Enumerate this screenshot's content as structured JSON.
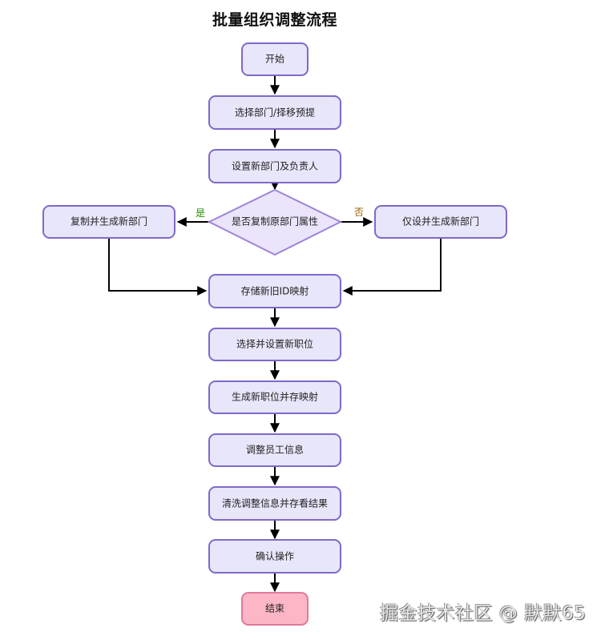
{
  "title": "批量组织调整流程",
  "nodes": {
    "start": "开始",
    "select_dept": "选择部门/择移预提",
    "set_new_dept": "设置新部门及负责人",
    "decision": "是否复制原部门属性",
    "copy_dept": "复制并生成新部门",
    "only_set_dept": "仅设并生成新部门",
    "store_mapping": "存储新旧ID映射",
    "select_position": "选择并设置新职位",
    "gen_position": "生成新职位并存映射",
    "adjust_employee": "调整员工信息",
    "clean_results": "清洗调整信息并存看结果",
    "confirm": "确认操作",
    "end": "结束"
  },
  "edges": {
    "yes_label": "是",
    "no_label": "否"
  },
  "colors": {
    "yes_label": "#2a8a00",
    "no_label": "#9a6200",
    "node_fill": "#e8e6fa",
    "node_stroke": "#8069c9",
    "end_fill": "#fcb6c6",
    "end_stroke": "#e07a9a"
  },
  "watermark": "掘金技术社区 @ 默默65"
}
